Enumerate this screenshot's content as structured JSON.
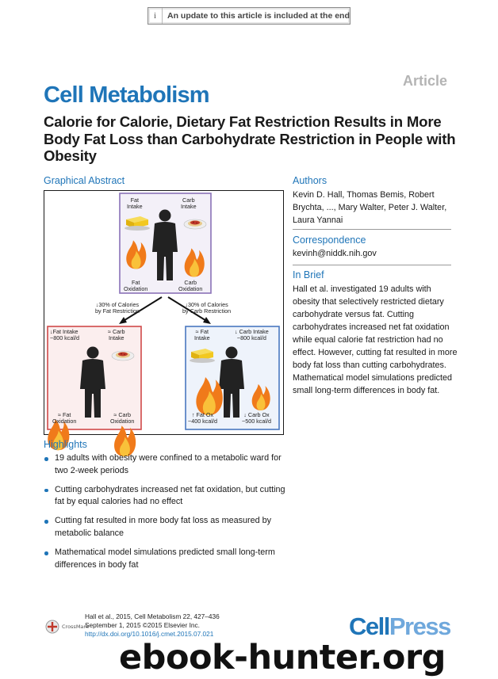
{
  "banner": {
    "info_icon": "i",
    "text": "An update to this article is included at the end"
  },
  "article_type": "Article",
  "journal": "Cell Metabolism",
  "title": "Calorie for Calorie, Dietary Fat Restriction Results in More Body Fat Loss than Carbohydrate Restriction in People with Obesity",
  "graphical_abstract": {
    "heading": "Graphical Abstract",
    "top_panel": {
      "fat_intake": "Fat\nIntake",
      "carb_intake": "Carb\nIntake",
      "fat_oxidation": "Fat\nOxidation",
      "carb_oxidation": "Carb\nOxidation"
    },
    "arrow_left_label": "↓30% of Calories\nby Fat Restriction",
    "arrow_right_label": "↓30% of Calories\nby Carb Restriction",
    "left_panel": {
      "fat_intake": "↓Fat Intake\n~800 kcal/d",
      "carb_intake": "≈ Carb\nIntake",
      "fat_oxidation": "≈ Fat\nOxidation",
      "carb_oxidation": "≈ Carb\nOxidation"
    },
    "right_panel": {
      "fat_intake": "≈ Fat\nIntake",
      "carb_intake": "↓ Carb Intake\n~800 kcal/d",
      "fat_oxidation": "↑ Fat Ox\n~400 kcal/d",
      "carb_oxidation": "↓ Carb Ox\n~500 kcal/d"
    },
    "colors": {
      "top": "#8a72b8",
      "left": "#d04a4a",
      "right": "#4a78c0",
      "flame": "#f07a1a",
      "butter": "#f2c820",
      "pasta": "#c0392b"
    }
  },
  "authors": {
    "heading": "Authors",
    "text": "Kevin D. Hall, Thomas Bemis, Robert Brychta, ..., Mary Walter, Peter J. Walter, Laura Yannai"
  },
  "correspondence": {
    "heading": "Correspondence",
    "email": "kevinh@niddk.nih.gov"
  },
  "in_brief": {
    "heading": "In Brief",
    "text": "Hall et al. investigated 19 adults with obesity that selectively restricted dietary carbohydrate versus fat. Cutting carbohydrates increased net fat oxidation while equal calorie fat restriction had no effect. However, cutting fat resulted in more body fat loss than cutting carbohydrates. Mathematical model simulations predicted small long-term differences in body fat."
  },
  "highlights": {
    "heading": "Highlights",
    "items": [
      "19 adults with obesity were confined to a metabolic ward for two 2-week periods",
      "Cutting carbohydrates increased net fat oxidation, but cutting fat by equal calories had no effect",
      "Cutting fat resulted in more body fat loss as measured by metabolic balance",
      "Mathematical model simulations predicted small long-term differences in body fat"
    ]
  },
  "citation": {
    "line1": "Hall et al., 2015, Cell Metabolism 22, 427–436",
    "line2": "September 1, 2015 ©2015 Elsevier Inc.",
    "doi": "http://dx.doi.org/10.1016/j.cmet.2015.07.021"
  },
  "crossmark_label": "CrossMark",
  "publisher": {
    "cell": "Cell",
    "press": "Press"
  },
  "watermark": "ebook-hunter.org",
  "icons": [
    "info-icon",
    "crossmark-icon",
    "butter-icon",
    "pasta-icon",
    "flame-icon",
    "person-silhouette-icon",
    "arrow-icon"
  ]
}
